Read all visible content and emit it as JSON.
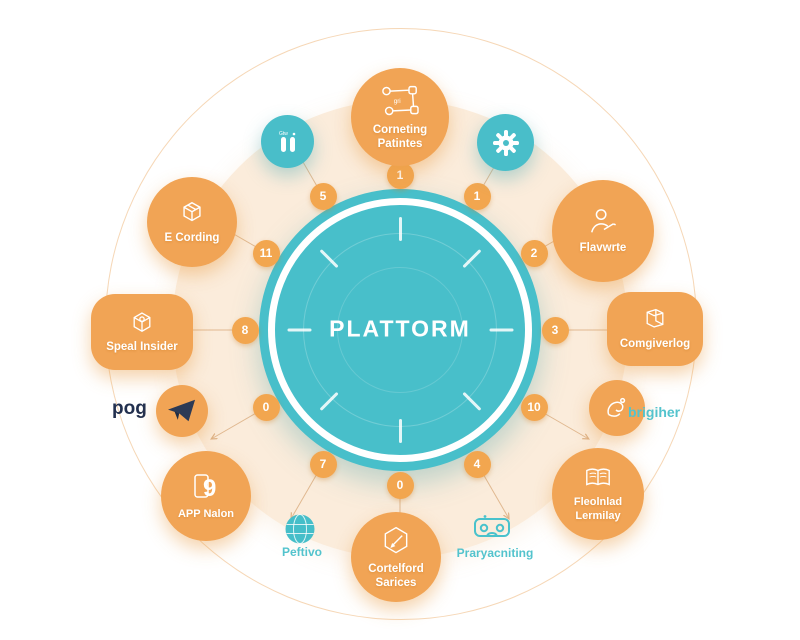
{
  "colors": {
    "orange": "#f1a455",
    "teal": "#49bec9",
    "beige": "#fbecdb",
    "navy": "#22304f",
    "connector": "#dcb084",
    "badge_orange": "#f2a64f"
  },
  "center": {
    "title": "PLATTORM"
  },
  "badges": [
    "1",
    "1",
    "2",
    "3",
    "10",
    "4",
    "0",
    "7",
    "0",
    "8",
    "11",
    "5"
  ],
  "nodes": {
    "connecting": {
      "label": "Corneting Patintes",
      "icon": "network-nodes-icon"
    },
    "stats": {
      "icon": "pause-bars-icon"
    },
    "settings": {
      "icon": "gear-icon"
    },
    "ecording": {
      "label": "E Cording",
      "icon": "cube-icon"
    },
    "flavwrte": {
      "label": "Flavwrte",
      "icon": "person-pen-icon"
    },
    "speal": {
      "label": "Speal Insider",
      "icon": "hexagon-cube-icon"
    },
    "comgiverlog": {
      "label": "Comgiverlog",
      "icon": "book-icon"
    },
    "pog": {
      "label": "pog",
      "icon": "paper-plane-icon"
    },
    "brigiher": {
      "label": "brigiher",
      "icon": "swirl-icon"
    },
    "appnalon": {
      "label": "APP Nalon",
      "icon": "phone-nine-icon"
    },
    "fleolnlad": {
      "label": "Fleolnlad Lermilay",
      "icon": "open-book-icon"
    },
    "peftivo": {
      "label": "Peftivo",
      "icon": "globe-icon"
    },
    "cortelford": {
      "label": "Cortelford Sarices",
      "icon": "hexagon-pencil-icon"
    },
    "praryacniting": {
      "label": "Praryacniting",
      "icon": "vr-goggles-icon"
    }
  }
}
